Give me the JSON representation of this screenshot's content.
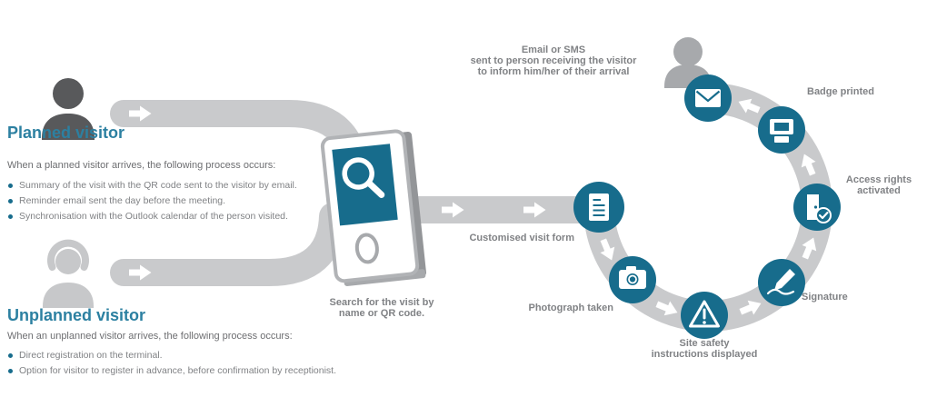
{
  "colors": {
    "teal": "#176c8c",
    "heading_teal": "#2c80a1",
    "path_gray": "#c9cacc",
    "label_gray": "#808285",
    "body_text_gray": "#6d6e71",
    "planned_person_gray": "#58595b",
    "unplanned_person_gray": "#c7c8ca",
    "host_person_gray": "#a7a9ac"
  },
  "icons": {
    "terminal_screen": "search-icon",
    "visit_form": "document-icon",
    "photograph": "camera-icon",
    "site_safety": "warning-icon",
    "signature": "signature-pen-icon",
    "access_rights": "door-check-icon",
    "badge": "badge-printer-icon",
    "email_sms": "envelope-icon"
  },
  "planned": {
    "title": "Planned visitor",
    "intro": "When a planned visitor arrives, the following process occurs:",
    "bullets": [
      "Summary of the visit with the QR code sent to the visitor by email.",
      "Reminder email sent the day before the meeting.",
      "Synchronisation with the Outlook calendar of the person visited."
    ]
  },
  "unplanned": {
    "title": "Unplanned visitor",
    "intro": "When an unplanned visitor arrives, the following process occurs:",
    "bullets": [
      "Direct registration on the terminal.",
      "Option for visitor to register in advance, before confirmation by receptionist."
    ]
  },
  "terminal": {
    "label": [
      "Search for the visit by",
      "name or QR code."
    ]
  },
  "steps": {
    "visit_form": "Customised visit form",
    "photograph": "Photograph taken",
    "site_safety": [
      "Site safety",
      "instructions displayed"
    ],
    "signature": "Signature",
    "access_rights": [
      "Access rights",
      "activated"
    ],
    "badge": "Badge printed",
    "email_sms": [
      "Email or SMS",
      "sent to person receiving the visitor",
      "to inform him/her of their arrival"
    ]
  }
}
